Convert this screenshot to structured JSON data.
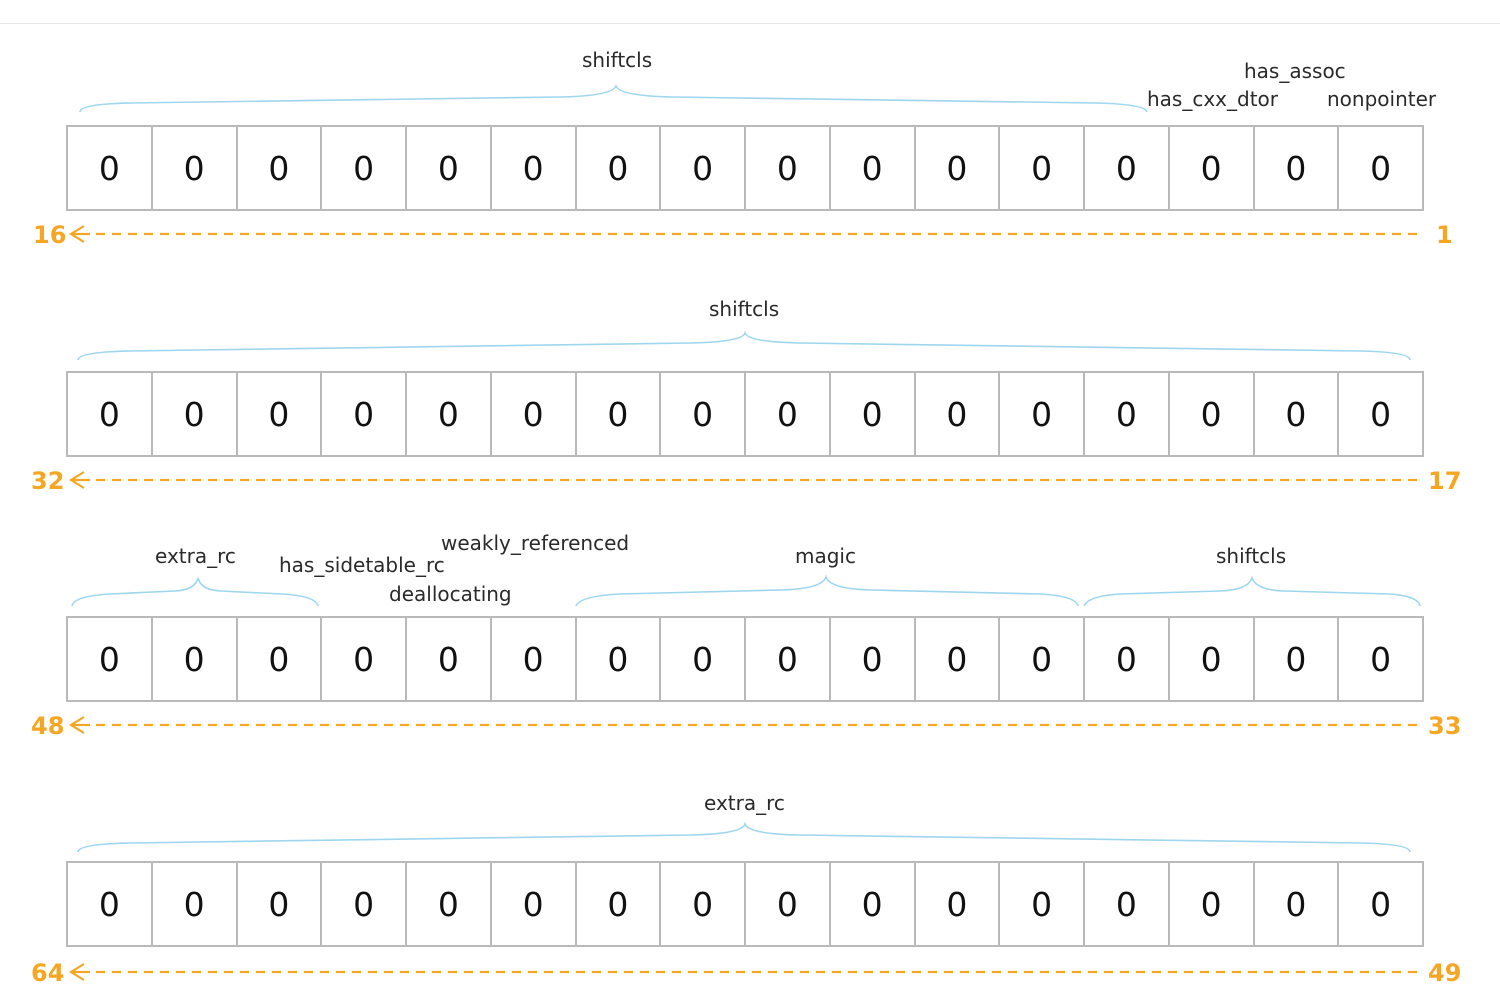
{
  "colors": {
    "brace": "#9fd6ef",
    "arrow": "#f5a623",
    "cell_border": "#b9b9b9"
  },
  "rows": [
    {
      "cells": [
        "0",
        "0",
        "0",
        "0",
        "0",
        "0",
        "0",
        "0",
        "0",
        "0",
        "0",
        "0",
        "0",
        "0",
        "0",
        "0"
      ],
      "left_num": "16",
      "right_num": "1",
      "labels": {
        "shiftcls": "shiftcls",
        "has_assoc": "has_assoc",
        "has_cxx_dtor": "has_cxx_dtor",
        "nonpointer": "nonpointer"
      }
    },
    {
      "cells": [
        "0",
        "0",
        "0",
        "0",
        "0",
        "0",
        "0",
        "0",
        "0",
        "0",
        "0",
        "0",
        "0",
        "0",
        "0",
        "0"
      ],
      "left_num": "32",
      "right_num": "17",
      "labels": {
        "shiftcls": "shiftcls"
      }
    },
    {
      "cells": [
        "0",
        "0",
        "0",
        "0",
        "0",
        "0",
        "0",
        "0",
        "0",
        "0",
        "0",
        "0",
        "0",
        "0",
        "0",
        "0"
      ],
      "left_num": "48",
      "right_num": "33",
      "labels": {
        "extra_rc": "extra_rc",
        "has_sidetable_rc": "has_sidetable_rc",
        "weakly_referenced": "weakly_referenced",
        "deallocating": "deallocating",
        "magic": "magic",
        "shiftcls": "shiftcls"
      }
    },
    {
      "cells": [
        "0",
        "0",
        "0",
        "0",
        "0",
        "0",
        "0",
        "0",
        "0",
        "0",
        "0",
        "0",
        "0",
        "0",
        "0",
        "0"
      ],
      "left_num": "64",
      "right_num": "49",
      "labels": {
        "extra_rc": "extra_rc"
      }
    }
  ]
}
